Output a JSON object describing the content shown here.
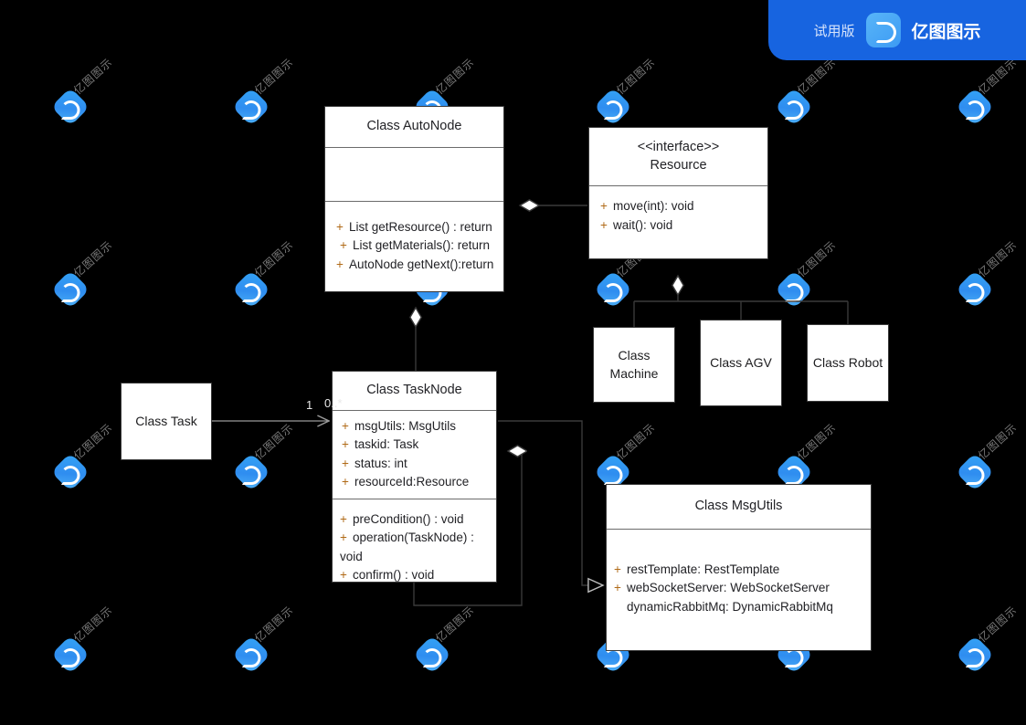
{
  "badge": {
    "trial_label": "试用版",
    "brand_name": "亿图图示",
    "logo_icon": "edraw-logo-icon",
    "background_color": "#1764e0"
  },
  "watermark": {
    "text": "亿图图示",
    "logo_icon": "edraw-watermark-icon",
    "color": "#9a9a9a"
  },
  "canvas": {
    "background_color": "#000000",
    "box_fill": "#ffffff",
    "box_stroke": "#3a3a3a",
    "connector_color": "#3a3a3a",
    "plus_color": "#b06a17"
  },
  "classes": {
    "auto_node": {
      "title": "Class AutoNode",
      "attributes": [],
      "methods": [
        {
          "vis": "+",
          "text": "List getResource() : return"
        },
        {
          "vis": "+",
          "text": "List getMaterials(): return"
        },
        {
          "vis": "+",
          "text": "AutoNode getNext():return"
        }
      ]
    },
    "resource": {
      "stereotype": "<<interface>>",
      "title": "Resource",
      "methods": [
        {
          "vis": "+",
          "text": "move(int): void"
        },
        {
          "vis": "+",
          "text": "wait(): void"
        }
      ]
    },
    "machine": {
      "title_line1": "Class",
      "title_line2": "Machine"
    },
    "agv": {
      "title": "Class AGV"
    },
    "robot": {
      "title": "Class Robot"
    },
    "task": {
      "title": "Class Task"
    },
    "task_node": {
      "title": "Class TaskNode",
      "attributes": [
        {
          "vis": "+",
          "text": "msgUtils: MsgUtils"
        },
        {
          "vis": "+",
          "text": "taskid: Task"
        },
        {
          "vis": "+",
          "text": "status: int"
        },
        {
          "vis": "+",
          "text": "resourceId:Resource"
        }
      ],
      "methods": [
        {
          "vis": "+",
          "text": "preCondition() : void"
        },
        {
          "vis": "+",
          "text": "operation(TaskNode) : void"
        },
        {
          "vis": "+",
          "text": "confirm() : void"
        }
      ]
    },
    "msg_utils": {
      "title": "Class MsgUtils",
      "attributes": [
        {
          "vis": "+",
          "text": "restTemplate: RestTemplate"
        },
        {
          "vis": "+",
          "text": "webSocketServer: WebSocketServer"
        },
        {
          "vis": "",
          "text": "dynamicRabbitMq: DynamicRabbitMq"
        }
      ]
    }
  },
  "multiplicities": {
    "task_end": "1",
    "task_node_end": "0..*"
  },
  "relationships": [
    {
      "from": "Class AutoNode",
      "to": "Resource",
      "type": "aggregation"
    },
    {
      "from": "Class AutoNode",
      "to": "Class TaskNode",
      "type": "aggregation"
    },
    {
      "from": "Resource",
      "to": "Class Machine",
      "type": "generalization"
    },
    {
      "from": "Resource",
      "to": "Class AGV",
      "type": "generalization"
    },
    {
      "from": "Resource",
      "to": "Class Robot",
      "type": "generalization"
    },
    {
      "from": "Class Task",
      "to": "Class TaskNode",
      "type": "association"
    },
    {
      "from": "Class TaskNode",
      "to": "Class TaskNode",
      "type": "aggregation"
    },
    {
      "from": "Class TaskNode",
      "to": "Class MsgUtils",
      "type": "generalization"
    }
  ]
}
